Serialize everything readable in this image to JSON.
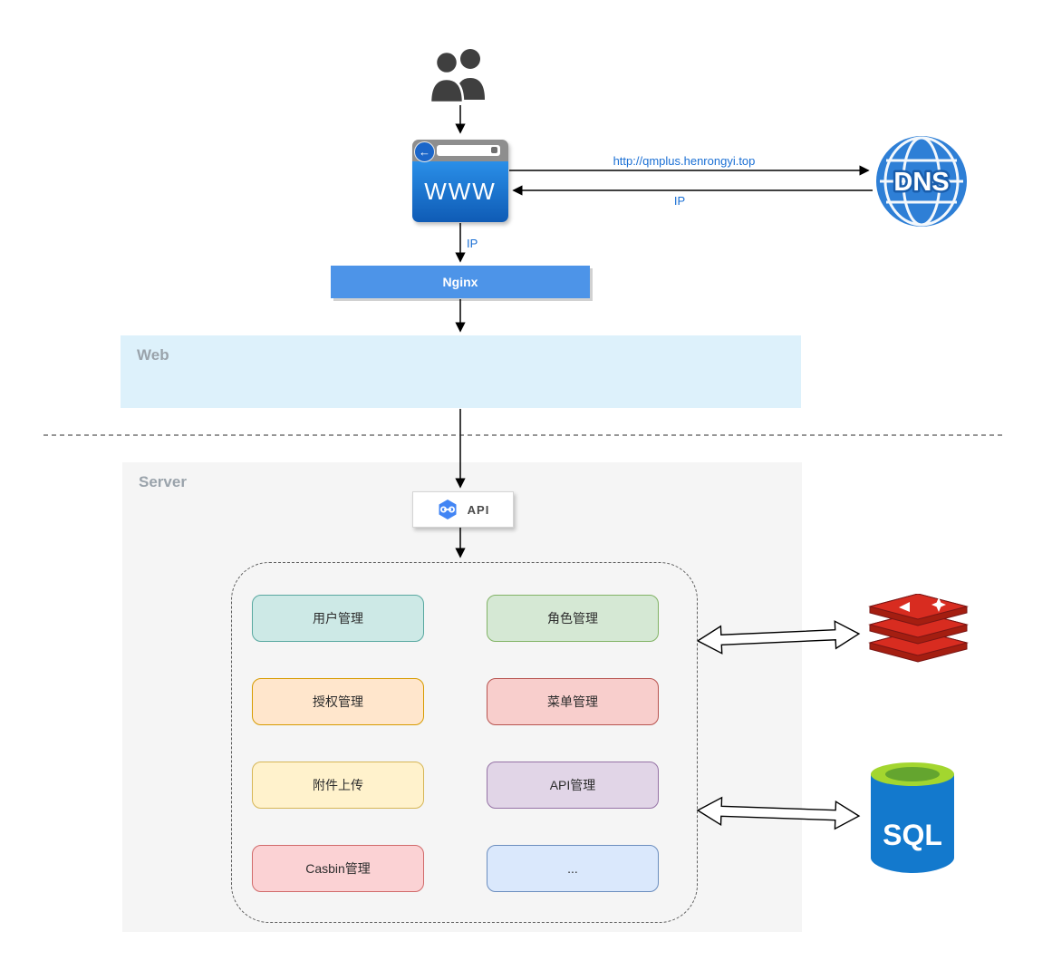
{
  "colors": {
    "accent_blue": "#1a6fd4",
    "nginx_bg": "#4d94e8",
    "web_region_bg": "#ddf1fb",
    "server_region_bg": "#f5f5f5",
    "browser_body_blue": "#1769c0",
    "dns_globe_blue": "#2e7fd6",
    "redis_red": "#d82c20",
    "redis_dark_red": "#a41e11",
    "sql_body_blue": "#1379cd",
    "sql_top_green": "#a3d62f"
  },
  "flow": {
    "users": {
      "icon": "users-icon"
    },
    "browser": {
      "label": "WWW",
      "icon": "browser-icon"
    },
    "dns": {
      "label": "DNS",
      "icon": "dns-globe-icon"
    },
    "nginx": {
      "label": "Nginx"
    },
    "api": {
      "label": "API",
      "icon": "api-hexagon-icon"
    },
    "arrow_labels": {
      "dns_request": "http://qmplus.henrongyi.top",
      "dns_response": "IP",
      "browser_to_nginx": "IP"
    }
  },
  "regions": {
    "web": {
      "label": "Web"
    },
    "server": {
      "label": "Server"
    }
  },
  "modules": [
    {
      "label": "用户管理",
      "fill": "#cde9e6",
      "border": "#58a8a0"
    },
    {
      "label": "角色管理",
      "fill": "#d5e8d4",
      "border": "#82b366"
    },
    {
      "label": "授权管理",
      "fill": "#ffe6cc",
      "border": "#d79b00"
    },
    {
      "label": "菜单管理",
      "fill": "#f8cecc",
      "border": "#b85450"
    },
    {
      "label": "附件上传",
      "fill": "#fff2cc",
      "border": "#d6b656"
    },
    {
      "label": "API管理",
      "fill": "#e1d5e7",
      "border": "#9673a6"
    },
    {
      "label": "Casbin管理",
      "fill": "#fbd2d4",
      "border": "#d16a6a"
    },
    {
      "label": "...",
      "fill": "#dae8fc",
      "border": "#6c8ebf"
    }
  ],
  "datastores": {
    "redis": {
      "icon": "redis-icon"
    },
    "sql": {
      "label": "SQL",
      "icon": "sql-database-icon"
    }
  }
}
